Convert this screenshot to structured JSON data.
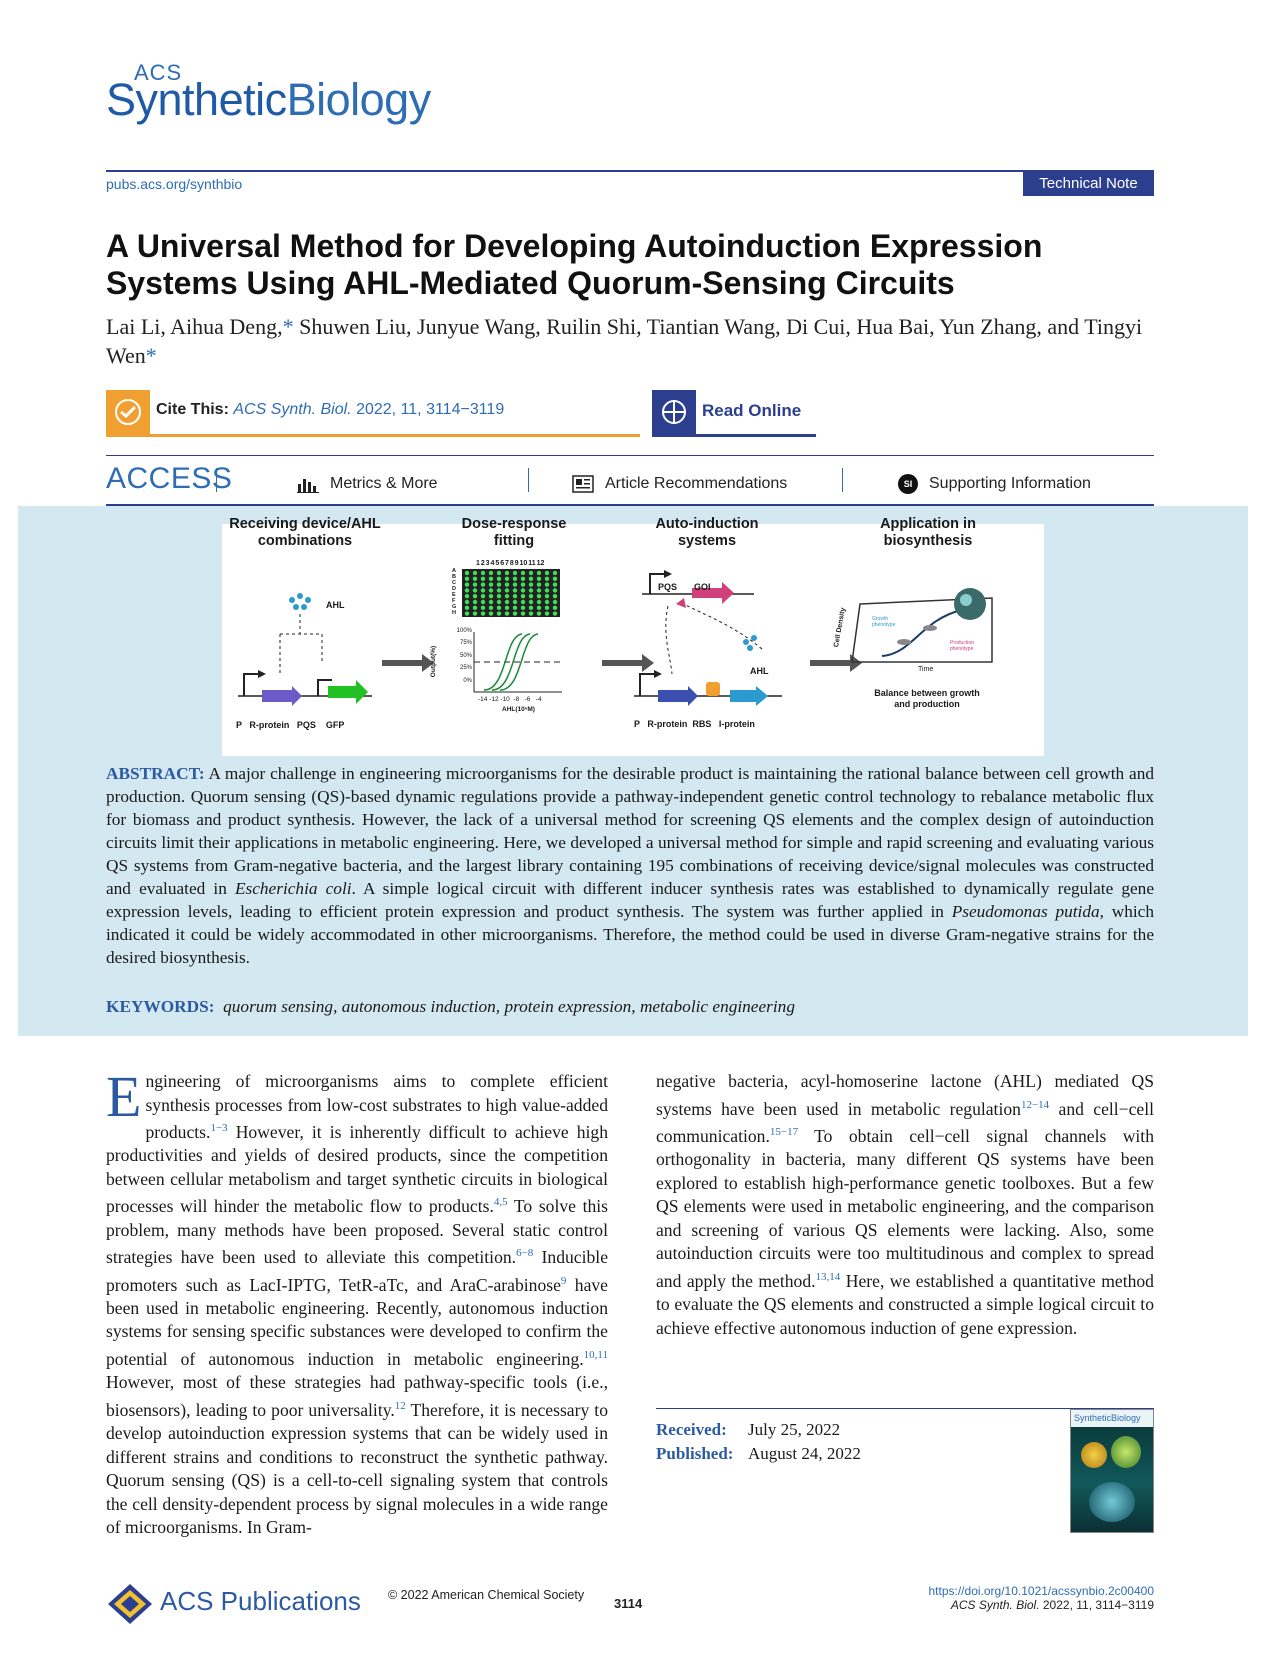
{
  "journal": {
    "acs": "ACS",
    "name_a": "Synthetic",
    "name_b": "Biology",
    "url": "pubs.acs.org/synthbio",
    "article_type": "Technical Note"
  },
  "article": {
    "title": "A Universal Method for Developing Autoinduction Expression Systems Using AHL-Mediated Quorum-Sensing Circuits",
    "authors_a": "Lai Li, Aihua Deng,",
    "authors_b": " Shuwen Liu, Junyue Wang, Ruilin Shi, Tiantian Wang, Di Cui, Hua Bai, Yun Zhang, and Tingyi Wen",
    "ast": "*"
  },
  "cite": {
    "label": "Cite This:",
    "ref": "ACS Synth. Biol.",
    "ref2": "2022, 11, 3114−3119"
  },
  "read_online": "Read Online",
  "access": {
    "label": "ACCESS",
    "metrics": "Metrics & More",
    "recs": "Article Recommendations",
    "si": "Supporting Information",
    "si_badge": "SI"
  },
  "toc": {
    "h1a": "Receiving device/AHL",
    "h1b": "combinations",
    "h2a": "Dose-response",
    "h2b": "fitting",
    "h3a": "Auto-induction",
    "h3b": "systems",
    "h4a": "Application in",
    "h4b": "biosynthesis",
    "ahl": "AHL",
    "p1": "P   R-protein   PQS    GFP",
    "plate_cols": "1 2 3 4 5 6 7 8 9 10 11 12",
    "plate_rows": "A B C D E F G H",
    "y_ticks": [
      "100%",
      "75%",
      "50%",
      "25%",
      "0%"
    ],
    "y_label": "Output(%)",
    "x_ticks": "-14 -12 -10  -8   -6   -4",
    "x_label": "AHL(10ⁿM)",
    "pqs": "PQS",
    "goi": "GOI",
    "ahl2": "AHL",
    "p3": "P   R-protein  RBS   I-protein",
    "cell_density": "Cell Density",
    "time": "Time",
    "growth": "Growth phenotype",
    "production": "Production phenotype",
    "balance_a": "Balance between growth",
    "balance_b": "and production"
  },
  "abstract": {
    "lead": "ABSTRACT:",
    "text_a": " A major challenge in engineering microorganisms for the desirable product is maintaining the rational balance between cell growth and production. Quorum sensing (QS)-based dynamic regulations provide a pathway-independent genetic control technology to rebalance metabolic flux for biomass and product synthesis. However, the lack of a universal method for screening QS elements and the complex design of autoinduction circuits limit their applications in metabolic engineering. Here, we developed a universal method for simple and rapid screening and evaluating various QS systems from Gram-negative bacteria, and the largest library containing 195 combinations of receiving device/signal molecules was constructed and evaluated in ",
    "ecoli": "Escherichia coli",
    "text_b": ". A simple logical circuit with different inducer synthesis rates was established to dynamically regulate gene expression levels, leading to efficient protein expression and product synthesis. The system was further applied in ",
    "putida": "Pseudomonas putida",
    "text_c": ", which indicated it could be widely accommodated in other microorganisms. Therefore, the method could be used in diverse Gram-negative strains for the desired biosynthesis."
  },
  "keywords": {
    "lead": "KEYWORDS:",
    "text": "quorum sensing, autonomous induction, protein expression, metabolic engineering"
  },
  "body": {
    "dropcap": "E",
    "c1a": "ngineering of microorganisms aims to complete efficient synthesis processes from low-cost substrates to high value-added products.",
    "s1": "1−3",
    "c1b": " However, it is inherently difficult to achieve high productivities and yields of desired products, since the competition between cellular metabolism and target synthetic circuits in biological processes will hinder the metabolic flow to products.",
    "s2": "4,5",
    "c1c": " To solve this problem, many methods have been proposed. Several static control strategies have been used to alleviate this competition.",
    "s3": "6−8",
    "c1d": " Inducible promoters such as LacI-IPTG, TetR-aTc, and AraC-arabinose",
    "s4": "9",
    "c1e": " have been used in metabolic engineering. Recently, autonomous induction systems for sensing specific substances were developed to confirm the potential of autonomous induction in metabolic engineering.",
    "s5": "10,11",
    "c1f": " However, most of these strategies had pathway-specific tools (i.e., biosensors), leading to poor universality.",
    "s6": "12",
    "c1g": " Therefore, it is necessary to develop autoinduction expression systems that can be widely used in different strains and conditions to reconstruct the synthetic pathway. Quorum sensing (QS) is a cell-to-cell signaling system that controls the cell density-dependent process by signal molecules in a wide range of microorganisms. In Gram-",
    "c2a": "negative bacteria, acyl-homoserine lactone (AHL) mediated QS systems have been used in metabolic regulation",
    "s7": "12−14",
    "c2b": " and cell−cell communication.",
    "s8": "15−17",
    "c2c": " To obtain cell−cell signal channels with orthogonality in bacteria, many different QS systems have been explored to establish high-performance genetic toolboxes. But a few QS elements were used in metabolic engineering, and the comparison and screening of various QS elements were lacking. Also, some autoinduction circuits were too multitudinous and complex to spread and apply the method.",
    "s9": "13,14",
    "c2d": " Here, we established a quantitative method to evaluate the QS elements and constructed a simple logical circuit to achieve effective autonomous induction of gene expression."
  },
  "dates": {
    "received_k": "Received:",
    "received_v": "July 25, 2022",
    "published_k": "Published:",
    "published_v": "August 24, 2022"
  },
  "cover": {
    "title": "SyntheticBiology"
  },
  "footer": {
    "publisher": "ACS Publications",
    "copyright": "© 2022 American Chemical Society",
    "page": "3114",
    "doi": "https://doi.org/10.1021/acssynbio.2c00400",
    "cite_a": "ACS Synth. Biol.",
    "cite_b": " 2022, 11, 3114−3119"
  },
  "colors": {
    "accent": "#2c3f8f",
    "link": "#2e6db4",
    "orange": "#f0a030",
    "abstract_bg": "#d3e8f0"
  }
}
